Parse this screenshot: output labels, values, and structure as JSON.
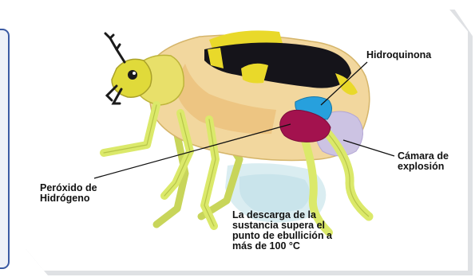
{
  "labels": {
    "hydroquinone": "Hidroquinona",
    "explosion_chamber": "Cámara de\nexplosión",
    "peroxide": "Peróxido de\nHidrógeno",
    "discharge": "La descarga de la\nsustancia supera el\npunto de ebullición a\nmás de 100 °C"
  },
  "colors": {
    "body": "#f2d79e",
    "legs": "#dbe96a",
    "head": "#e0da3a",
    "wing_black": "#15141a",
    "wing_yellow": "#e9d92a",
    "hydroquinone": "#27a0dd",
    "peroxide": "#a3124e",
    "chamber": "#ccc3e3",
    "spray": "#cfe6ec",
    "frame_border": "#3b5aa3"
  }
}
